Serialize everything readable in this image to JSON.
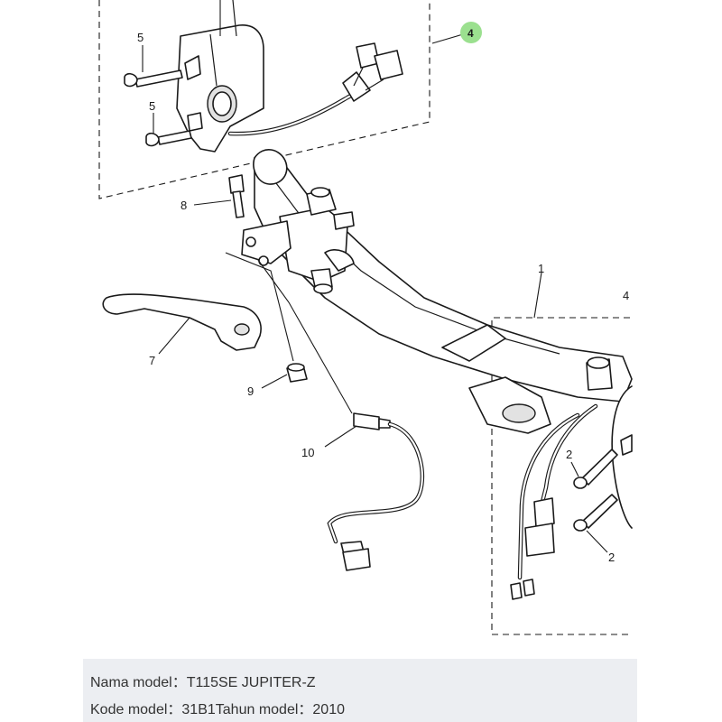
{
  "diagram": {
    "callouts": [
      "1",
      "2",
      "2",
      "4",
      "4",
      "5",
      "5",
      "7",
      "8",
      "9",
      "10"
    ],
    "highlight_color": "#9be08f"
  },
  "info": {
    "model_name_label": "Nama model：",
    "model_name_value": "T115SE JUPITER-Z",
    "model_code_label": "Kode model：",
    "model_code_value": "31B1",
    "model_year_label": "Tahun model：",
    "model_year_value": "2010"
  }
}
